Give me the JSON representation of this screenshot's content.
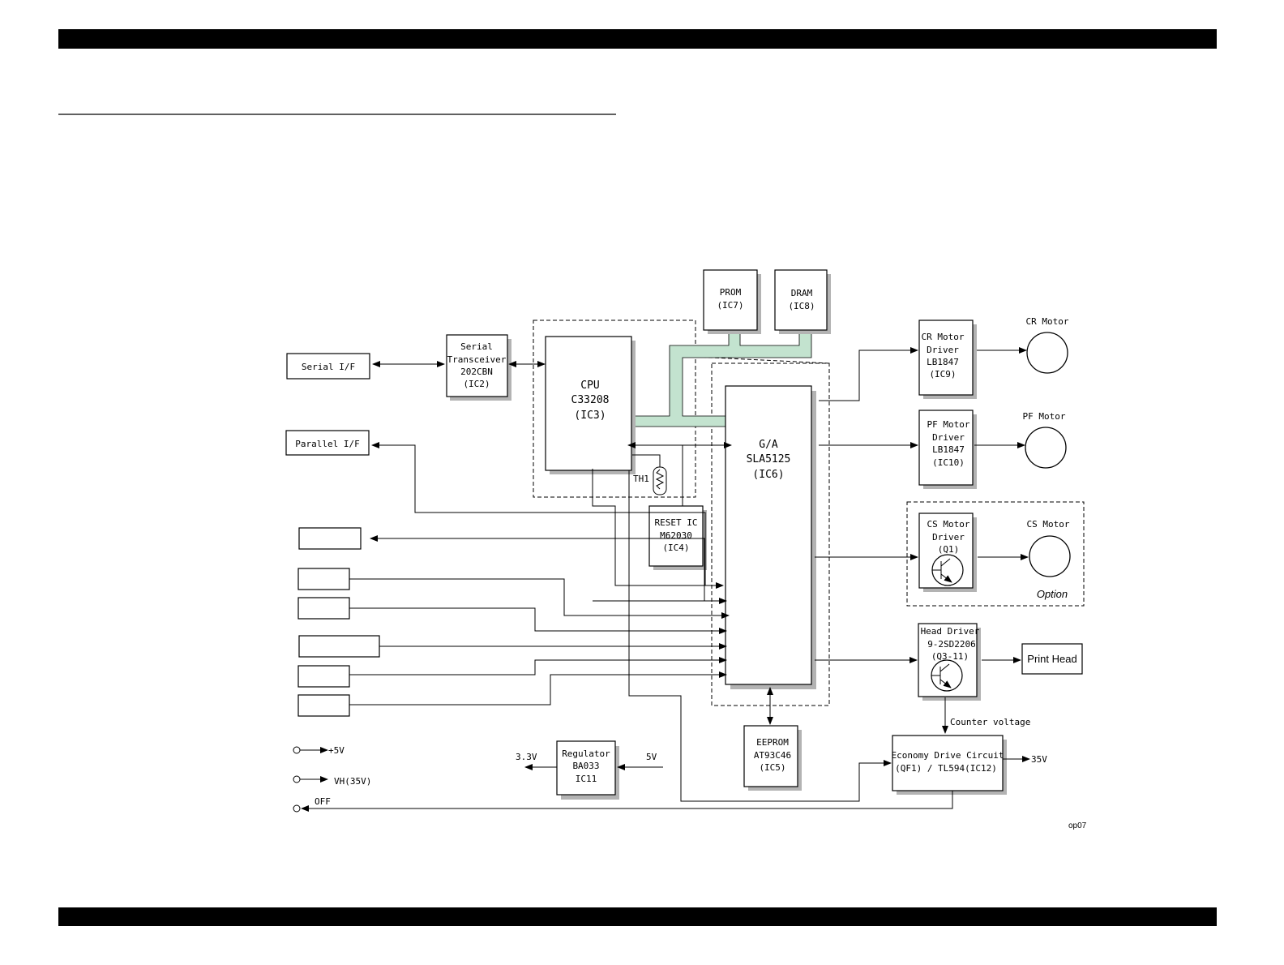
{
  "blocks": {
    "serial_if": [
      "Serial I/F"
    ],
    "parallel_if": [
      "Parallel I/F"
    ],
    "serial_transceiver": [
      "Serial",
      "Transceiver",
      "202CBN",
      "(IC2)"
    ],
    "cpu": [
      "CPU",
      "C33208",
      "(IC3)"
    ],
    "prom": [
      "PROM",
      "(IC7)"
    ],
    "dram": [
      "DRAM",
      "(IC8)"
    ],
    "ga": [
      "G/A",
      "SLA5125",
      "(IC6)"
    ],
    "reset_ic": [
      "RESET IC",
      "M62030",
      "(IC4)"
    ],
    "eeprom": [
      "EEPROM",
      "AT93C46",
      "(IC5)"
    ],
    "regulator": [
      "Regulator",
      "BA033",
      "IC11"
    ],
    "cr_driver": [
      "CR Motor",
      "Driver",
      "LB1847",
      "(IC9)"
    ],
    "pf_driver": [
      "PF Motor",
      "Driver",
      "LB1847",
      "(IC10)"
    ],
    "cs_driver": [
      "CS Motor",
      "Driver",
      "(Q1)"
    ],
    "head_driver": [
      "Head Driver",
      "9-2SD2206",
      "(Q3-11)"
    ],
    "economy": [
      "Economy Drive Circuit",
      "(QF1) / TL594(IC12)"
    ],
    "print_head": [
      "Print Head"
    ]
  },
  "labels": {
    "cr_motor": "CR Motor",
    "pf_motor": "PF Motor",
    "cs_motor": "CS Motor",
    "option": "Option",
    "th1": "TH1",
    "counter_voltage": "Counter voltage",
    "v35": "35V",
    "v33": "3.3V",
    "v5": "5V",
    "plus5v": "+5V",
    "vh35": "VH(35V)",
    "off": "OFF",
    "fig_id": "op07"
  }
}
